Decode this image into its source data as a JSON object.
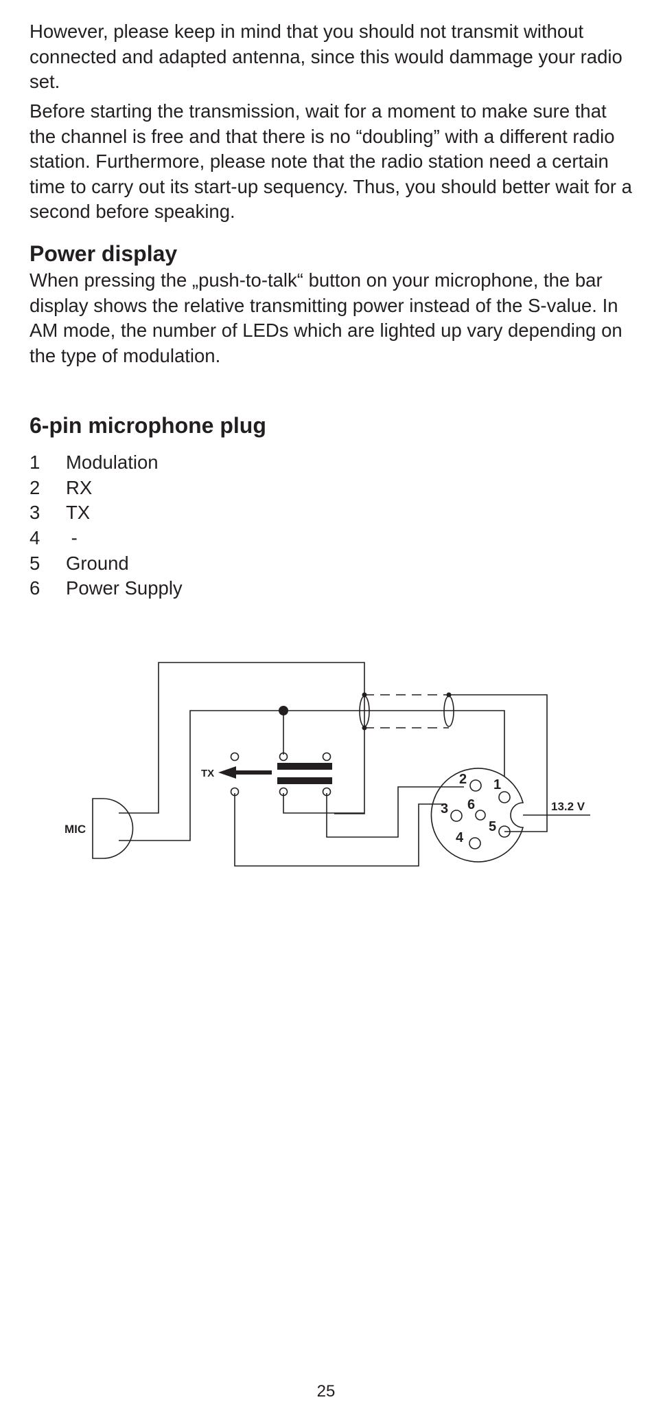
{
  "paragraphs": {
    "antenna_warning": "However, please keep in mind that you should not transmit without connected and adapted antenna, since this would dammage your radio set.",
    "before_transmission": "Before starting the transmission, wait for a moment to make sure that the channel is free and that there is no “doubling” with a different radio station. Furthermore, please note that the radio station need a certain time to carry out its start-up sequency. Thus, you should better wait for a second before speaking."
  },
  "power_display": {
    "heading": "Power display",
    "text": "When pressing the „push-to-talk“ button on your microphone, the bar display shows the relative transmitting power instead of the S-value. In AM mode, the number of LEDs which are lighted up vary depending on the type of modulation."
  },
  "microphone_plug": {
    "heading": "6-pin microphone plug",
    "pins": [
      {
        "number": "1",
        "label": "Modulation"
      },
      {
        "number": "2",
        "label": "RX"
      },
      {
        "number": "3",
        "label": "TX"
      },
      {
        "number": "4",
        "label": " -"
      },
      {
        "number": "5",
        "label": "Ground"
      },
      {
        "number": "6",
        "label": "Power Supply"
      }
    ]
  },
  "diagram": {
    "mic_label": "MIC",
    "tx_label": "TX",
    "voltage_label": "13.2 V",
    "pin_labels": [
      "1",
      "2",
      "3",
      "4",
      "5",
      "6"
    ]
  },
  "page_number": "25"
}
